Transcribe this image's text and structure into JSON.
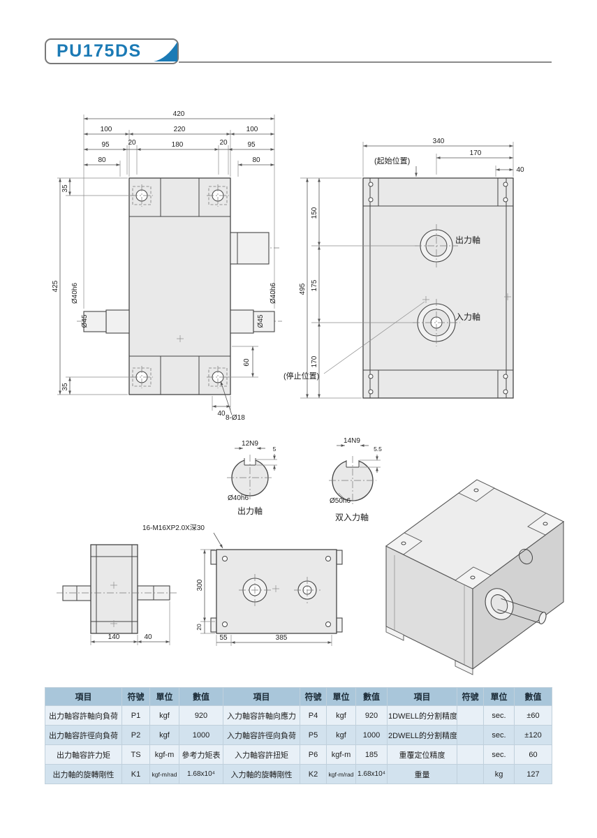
{
  "header": {
    "model": "PU175DS"
  },
  "front_view": {
    "d420": "420",
    "d100l": "100",
    "d220": "220",
    "d100r": "100",
    "d95l": "95",
    "d20l": "20",
    "d180": "180",
    "d20r": "20",
    "d95r": "95",
    "d80l": "80",
    "d80r": "80",
    "d35t": "35",
    "d425": "425",
    "d35b": "35",
    "dia40_left": "Ø40h6",
    "dia45_left": "Ø45",
    "dia40_right": "Ø40h6",
    "dia45_right": "Ø45",
    "d60": "60",
    "d40": "40",
    "hole_note": "8-Ø18"
  },
  "side_view": {
    "d340": "340",
    "d170_top": "170",
    "d40": "40",
    "d150": "150",
    "d495": "495",
    "d175": "175",
    "d170_left": "170",
    "start_label": "(起始位置)",
    "stop_label": "(停止位置)",
    "output_label": "出力軸",
    "input_label": "入力軸"
  },
  "sections": {
    "output": {
      "keyway": "12N9",
      "depth": "5",
      "dia": "Ø40h6",
      "label": "出力軸"
    },
    "input": {
      "keyway": "14N9",
      "depth": "5.5",
      "dia": "Ø50h6",
      "label": "双入力軸"
    }
  },
  "side_small": {
    "d140": "140",
    "d40": "40"
  },
  "top_view": {
    "tap_note": "16-M16XP2.0X深30",
    "d300": "300",
    "d20": "20",
    "d55": "55",
    "d385": "385"
  },
  "table": {
    "headers": [
      "項目",
      "符號",
      "單位",
      "數值"
    ],
    "rows": [
      [
        "出力軸容許軸向負荷",
        "P1",
        "kgf",
        "920",
        "入力軸容許軸向應力",
        "P4",
        "kgf",
        "920",
        "1DWELL的分割精度",
        "",
        "sec.",
        "±60"
      ],
      [
        "出力軸容許徑向負荷",
        "P2",
        "kgf",
        "1000",
        "入力軸容許徑向負荷",
        "P5",
        "kgf",
        "1000",
        "2DWELL的分割精度",
        "",
        "sec.",
        "±120"
      ],
      [
        "出力軸容許力矩",
        "TS",
        "kgf-m",
        "參考力矩表",
        "入力軸容許扭矩",
        "P6",
        "kgf-m",
        "185",
        "重覆定位精度",
        "",
        "sec.",
        "60"
      ],
      [
        "出力軸的旋轉剛性",
        "K1",
        "kgf-m/rad",
        "1.68x10⁴",
        "入力軸的旋轉剛性",
        "K2",
        "kgf-m/rad",
        "1.68x10⁴",
        "重量",
        "",
        "kg",
        "127"
      ]
    ]
  }
}
